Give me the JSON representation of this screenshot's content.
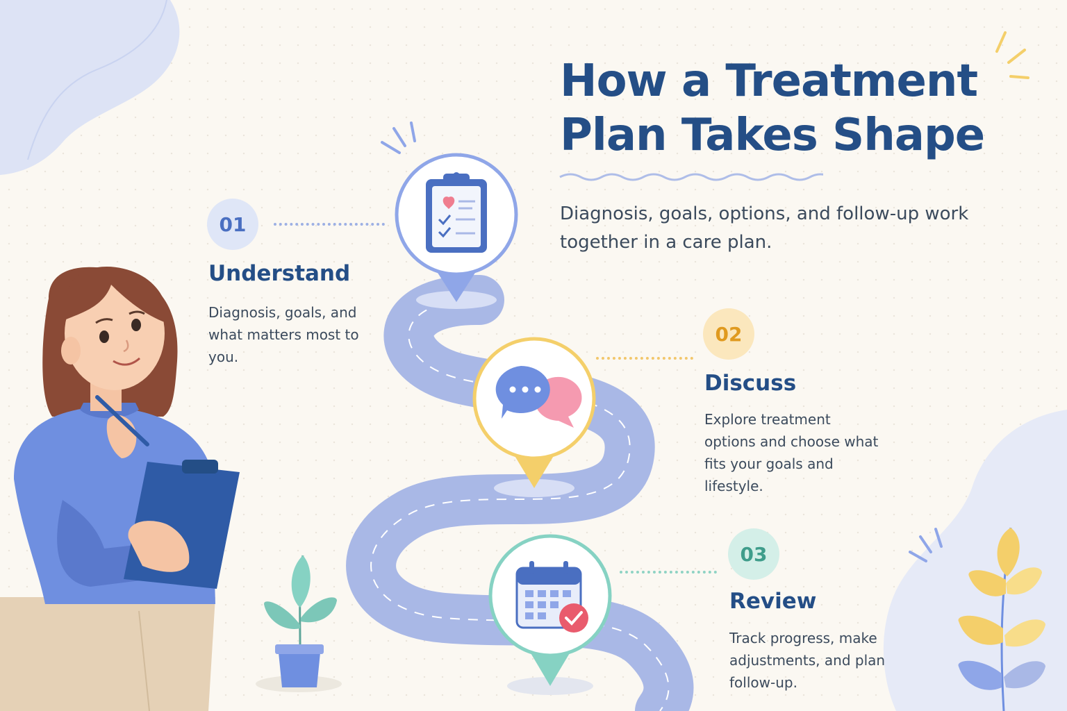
{
  "title": {
    "line1": "How a Treatment",
    "line2": "Plan Takes Shape"
  },
  "subtitle": "Diagnosis, goals, options, and follow-up work together in a care plan.",
  "steps": [
    {
      "number": "01",
      "title": "Understand",
      "description": "Diagnosis, goals, and what matters most to you.",
      "icon": "clipboard-icon",
      "color": "#8fa6e8"
    },
    {
      "number": "02",
      "title": "Discuss",
      "description": "Explore treatment options and choose what fits your goals and lifestyle.",
      "icon": "chat-bubbles-icon",
      "color": "#f4cf6a"
    },
    {
      "number": "03",
      "title": "Review",
      "description": "Track progress, make adjustments, and plan follow-up.",
      "icon": "calendar-check-icon",
      "color": "#86d2c3"
    }
  ],
  "colors": {
    "background": "#fbf8f2",
    "title": "#244e86",
    "road": "#a9b8e6",
    "text": "#3b4a5c"
  }
}
